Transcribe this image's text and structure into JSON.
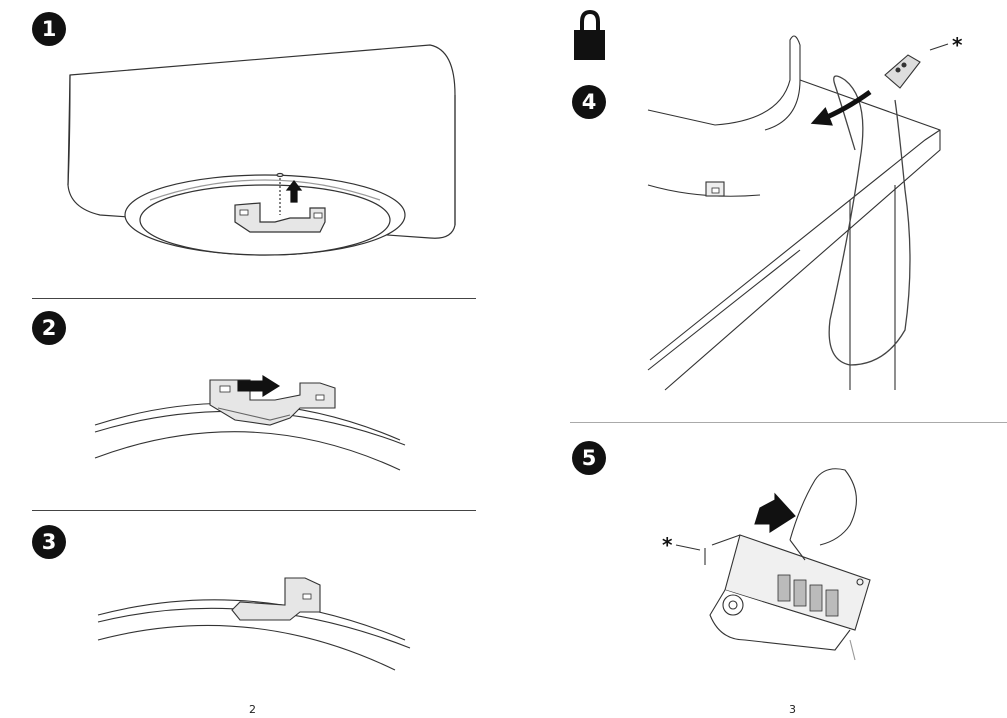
{
  "steps": [
    {
      "number": "1"
    },
    {
      "number": "2"
    },
    {
      "number": "3"
    },
    {
      "number": "4"
    },
    {
      "number": "5"
    }
  ],
  "callouts": {
    "lock_marker": "*",
    "detail_marker": "*"
  },
  "icons": {
    "lock": "padlock-icon"
  },
  "pages": {
    "left": "2",
    "right": "3"
  }
}
